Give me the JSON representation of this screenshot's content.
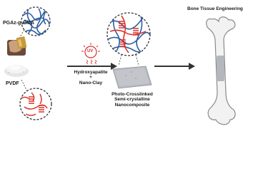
{
  "labels": {
    "pgaz": "PGAz-g-GMA",
    "pvdf": "PVDF",
    "uv": "UV",
    "additive_1": "Hydroxyapatite",
    "plus": "+",
    "additive_2": "Nano-Clay",
    "product_line_1": "Photo-Crosslinked",
    "product_line_2": "Semi-crystalline",
    "product_line_3": "Nanocomposite",
    "application": "Bone Tissue Engineering"
  },
  "colors": {
    "polymer_blue": "#2f5f9e",
    "polymer_red": "#d9342b",
    "uv_red": "#d92e2e",
    "arrow": "#333333",
    "bone_fill": "#f2f2f2",
    "bone_stroke": "#8a8a8a",
    "film": "#b8bcc2"
  },
  "icons": {
    "uv": "uv-lamp-icon",
    "arrow": "right-arrow-icon",
    "bone": "femur-bone-icon"
  }
}
